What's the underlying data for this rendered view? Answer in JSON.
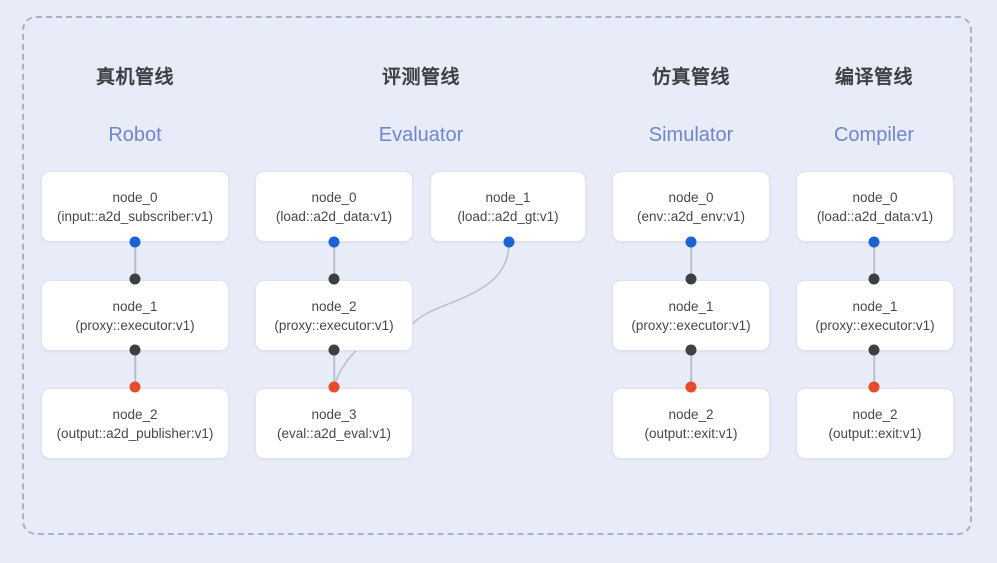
{
  "frame": {
    "style": "dashed-rounded-container"
  },
  "accent": {
    "background": "#e8ecf9",
    "title_cn_color": "#3c4043",
    "title_en_color": "#6f86cf",
    "node_bg": "#ffffff",
    "node_border": "#dfe3ec",
    "dot_blue": "#1a62d6",
    "dot_dark": "#3c4043",
    "dot_red": "#ea4a27",
    "edge_color": "#b9bfcc",
    "frame_border": "#aab2c6"
  },
  "columns": [
    {
      "id": "robot",
      "title_cn": "真机管线",
      "title_en": "Robot",
      "nodes": [
        {
          "name": "node_0",
          "type": "(input::a2d_subscriber:v1)"
        },
        {
          "name": "node_1",
          "type": "(proxy::executor:v1)"
        },
        {
          "name": "node_2",
          "type": "(output::a2d_publisher:v1)"
        }
      ]
    },
    {
      "id": "evaluator",
      "title_cn": "评测管线",
      "title_en": "Evaluator",
      "nodes": [
        {
          "name": "node_0",
          "type": "(load::a2d_data:v1)"
        },
        {
          "name": "node_2",
          "type": "(proxy::executor:v1)"
        },
        {
          "name": "node_3",
          "type": "(eval::a2d_eval:v1)"
        }
      ],
      "side_nodes": [
        {
          "name": "node_1",
          "type": "(load::a2d_gt:v1)"
        }
      ]
    },
    {
      "id": "simulator",
      "title_cn": "仿真管线",
      "title_en": "Simulator",
      "nodes": [
        {
          "name": "node_0",
          "type": "(env::a2d_env:v1)"
        },
        {
          "name": "node_1",
          "type": "(proxy::executor:v1)"
        },
        {
          "name": "node_2",
          "type": "(output::exit:v1)"
        }
      ]
    },
    {
      "id": "compiler",
      "title_cn": "编译管线",
      "title_en": "Compiler",
      "nodes": [
        {
          "name": "node_0",
          "type": "(load::a2d_data:v1)"
        },
        {
          "name": "node_1",
          "type": "(proxy::executor:v1)"
        },
        {
          "name": "node_2",
          "type": "(output::exit:v1)"
        }
      ]
    }
  ]
}
